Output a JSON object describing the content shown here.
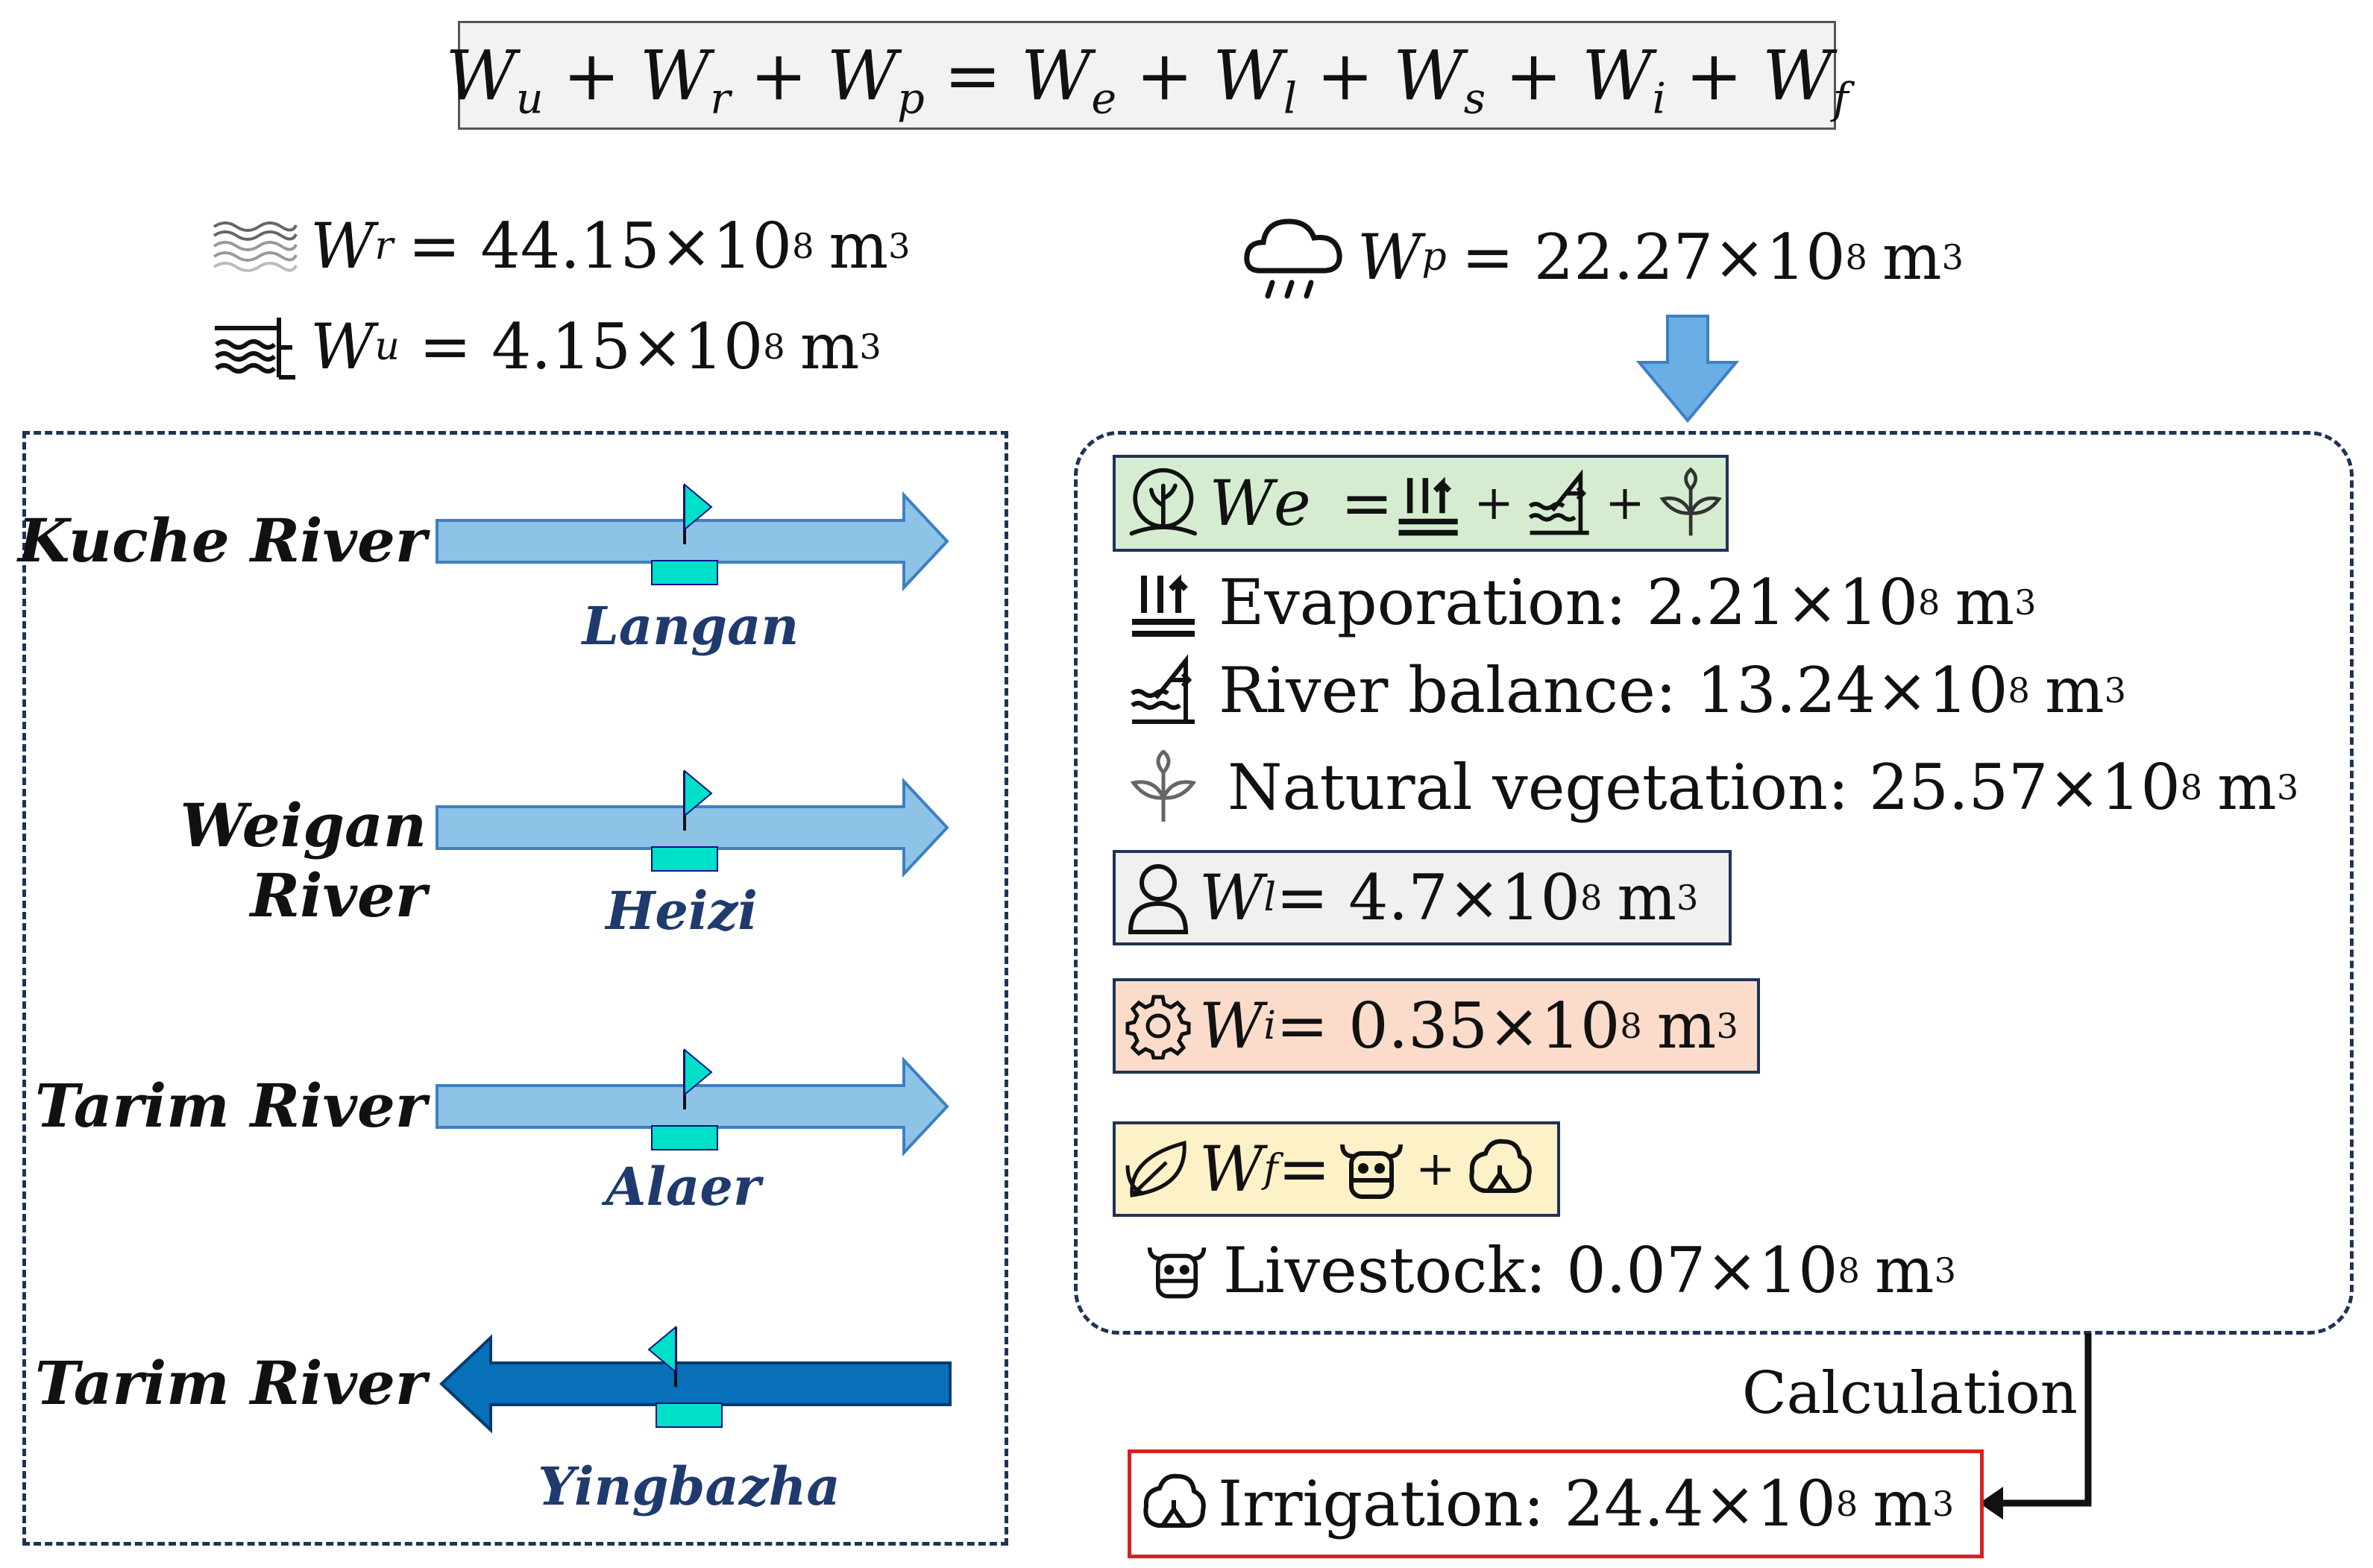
{
  "formula": {
    "terms_lhs": [
      {
        "var": "W",
        "sub": "u"
      },
      {
        "var": "W",
        "sub": "r"
      },
      {
        "var": "W",
        "sub": "p"
      }
    ],
    "terms_rhs": [
      {
        "var": "W",
        "sub": "e"
      },
      {
        "var": "W",
        "sub": "l"
      },
      {
        "var": "W",
        "sub": "s"
      },
      {
        "var": "W",
        "sub": "i"
      },
      {
        "var": "W",
        "sub": "f"
      }
    ],
    "plus": "+",
    "equals": "="
  },
  "inputs": {
    "wr": {
      "var": "W",
      "sub": "r",
      "eq": "= 44.15",
      "times": "×",
      "base": "10",
      "exp": "8",
      "unit": "m",
      "unit_exp": "3",
      "icon": "river-waves-icon"
    },
    "wu": {
      "var": "W",
      "sub": "u",
      "eq": "= 4.15",
      "times": "×",
      "base": "10",
      "exp": "8",
      "unit": "m",
      "unit_exp": "3",
      "icon": "groundwater-icon"
    },
    "wp": {
      "var": "W",
      "sub": "p",
      "eq": "= 22.27",
      "times": "×",
      "base": "10",
      "exp": "8",
      "unit": "m",
      "unit_exp": "3",
      "icon": "rain-cloud-icon"
    }
  },
  "rivers": [
    {
      "name": "Kuche River",
      "station": "Langan",
      "direction": "right"
    },
    {
      "name": "Weigan River",
      "station": "Heizi",
      "direction": "right"
    },
    {
      "name": "Tarim River",
      "station": "Alaer",
      "direction": "right"
    },
    {
      "name": "Tarim River",
      "station": "Yingbazha",
      "direction": "left"
    }
  ],
  "ecology": {
    "var": "W",
    "sub": "e",
    "eq": "=",
    "plus": "+",
    "items": [
      {
        "label": "Evaporation: 2.21",
        "times": "×",
        "base": "10",
        "exp": "8",
        "unit": "m",
        "unit_exp": "3",
        "icon": "evaporation-icon"
      },
      {
        "label": "River balance: 13.24",
        "times": "×",
        "base": "10",
        "exp": "8",
        "unit": "m",
        "unit_exp": "3",
        "icon": "river-balance-icon"
      },
      {
        "label": "Natural vegetation: 25.57",
        "times": "×",
        "base": "10",
        "exp": "8",
        "unit": "m",
        "unit_exp": "3",
        "icon": "vegetation-icon"
      }
    ]
  },
  "living": {
    "var": "W",
    "sub": "l",
    "eq": "= 4.7",
    "times": "×",
    "base": "10",
    "exp": "8",
    "unit": "m",
    "unit_exp": "3",
    "icon": "person-icon"
  },
  "industry": {
    "var": "W",
    "sub": "i",
    "eq": "= 0.35",
    "times": "×",
    "base": "10",
    "exp": "8",
    "unit": "m",
    "unit_exp": "3",
    "icon": "gear-icon"
  },
  "farming": {
    "var": "W",
    "sub": "f",
    "eq": "=",
    "plus": "+",
    "items": [
      {
        "label": "Livestock: 0.07",
        "times": "×",
        "base": "10",
        "exp": "8",
        "unit": "m",
        "unit_exp": "3",
        "icon": "cow-icon"
      }
    ]
  },
  "calculation": "Calculation",
  "irrigation": {
    "label": "Irrigation: 24.4",
    "times": "×",
    "base": "10",
    "exp": "8",
    "unit": "m",
    "unit_exp": "3",
    "icon": "cotton-icon"
  },
  "colors": {
    "light_river": "#8ec3e8",
    "dark_river": "#0770b8",
    "station_flag": "#00e0c8",
    "flow_arrow": "#6aaee6",
    "panel_border": "#1f3354",
    "irrigation_border": "#d82020"
  }
}
